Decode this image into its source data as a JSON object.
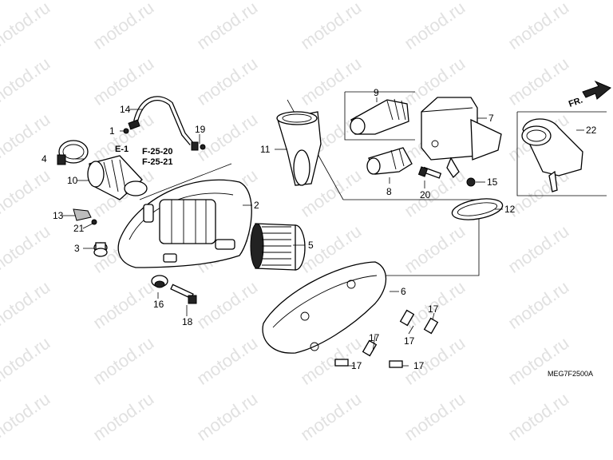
{
  "watermark": "motod.ru",
  "diagram_code": "MEG7F2500A",
  "direction_label": "FR.",
  "refs": {
    "e1": "E-1",
    "f2520": "F-25-20",
    "f2521": "F-25-21"
  },
  "callouts": {
    "c1": "1",
    "c2": "2",
    "c3": "3",
    "c4": "4",
    "c5": "5",
    "c6": "6",
    "c7": "7",
    "c8": "8",
    "c9": "9",
    "c10": "10",
    "c11": "11",
    "c12": "12",
    "c13": "13",
    "c14": "14",
    "c15": "15",
    "c16": "16",
    "c17a": "17",
    "c17b": "17",
    "c17c": "17",
    "c17d": "17",
    "c17e": "17",
    "c18": "18",
    "c19": "19",
    "c20": "20",
    "c21": "21",
    "c22": "22"
  }
}
